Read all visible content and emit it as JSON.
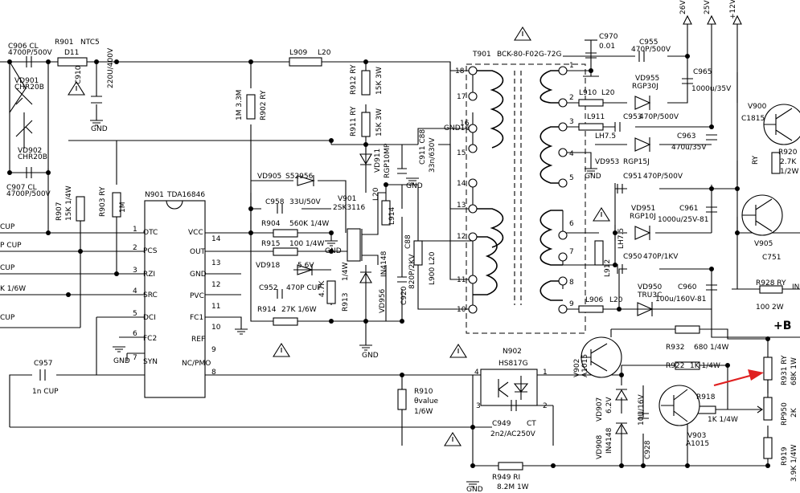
{
  "left_labels": [
    "CUP",
    "P CUP",
    "CUP",
    "K 1/6W",
    "CUP"
  ],
  "plus_b": "+B",
  "rails": [
    "26V",
    "25V",
    "+12V"
  ],
  "ic": {
    "ref": "N901",
    "part": "TDA16846",
    "left_pins": [
      {
        "num": "1",
        "name": "OTC"
      },
      {
        "num": "2",
        "name": "PCS"
      },
      {
        "num": "3",
        "name": "RZI"
      },
      {
        "num": "4",
        "name": "SRC"
      },
      {
        "num": "5",
        "name": "DCI"
      },
      {
        "num": "6",
        "name": "FC2"
      },
      {
        "num": "7",
        "name": "SYN"
      }
    ],
    "right_pins": [
      {
        "num": "14",
        "name": "VCC"
      },
      {
        "num": "13",
        "name": "OUT"
      },
      {
        "num": "12",
        "name": "GND"
      },
      {
        "num": "11",
        "name": "PVC"
      },
      {
        "num": "10",
        "name": "FC1"
      },
      {
        "num": "9",
        "name": "REF"
      },
      {
        "num": "8",
        "name": "NC/PMO"
      }
    ]
  },
  "transformer": {
    "ref": "T901",
    "part": "BCK-80-F02G-72G",
    "primary_pins": [
      "18",
      "17",
      "16",
      "15",
      "14",
      "13",
      "12",
      "11",
      "10"
    ],
    "secondary_pins": [
      "1",
      "2",
      "3",
      "4",
      "5",
      "6",
      "7",
      "8",
      "9"
    ]
  },
  "optocoupler": {
    "ref": "N902",
    "part": "HS817G",
    "pins": [
      "4",
      "3",
      "2",
      "1"
    ]
  },
  "labels": [
    {
      "id": "c906",
      "text": "C906   CL"
    },
    {
      "id": "c906v",
      "text": "4700P/500V"
    },
    {
      "id": "r901",
      "text": "R901"
    },
    {
      "id": "ntc",
      "text": "NTC5"
    },
    {
      "id": "d11",
      "text": "D11"
    },
    {
      "id": "vd901",
      "text": "VD901"
    },
    {
      "id": "vd901p",
      "text": "CHR20B"
    },
    {
      "id": "vd902",
      "text": "VD902"
    },
    {
      "id": "vd902p",
      "text": "CHR20B"
    },
    {
      "id": "c907",
      "text": "C907   CL"
    },
    {
      "id": "c907v",
      "text": "4700P/500V"
    },
    {
      "id": "c910",
      "text": "C910"
    },
    {
      "id": "c910v",
      "text": "220U/400V"
    },
    {
      "id": "gnd_c910",
      "text": "GND"
    },
    {
      "id": "r907",
      "text": "R907"
    },
    {
      "id": "r907v",
      "text": "15K 1/4W"
    },
    {
      "id": "r903",
      "text": "R903 RY"
    },
    {
      "id": "r903v",
      "text": "1M"
    },
    {
      "id": "r902",
      "text": "R902 RY"
    },
    {
      "id": "r902v",
      "text": "1M 3.3M"
    },
    {
      "id": "l909",
      "text": "L909"
    },
    {
      "id": "l20a",
      "text": "L20"
    },
    {
      "id": "r912",
      "text": "R912 RY"
    },
    {
      "id": "r912v",
      "text": "15K  3W"
    },
    {
      "id": "r911",
      "text": "R911 RY"
    },
    {
      "id": "r911v",
      "text": "15K  3W"
    },
    {
      "id": "vd905",
      "text": "VD905"
    },
    {
      "id": "vd905p",
      "text": "S52956"
    },
    {
      "id": "c958",
      "text": "C958"
    },
    {
      "id": "c958v",
      "text": "33U/50V"
    },
    {
      "id": "v901",
      "text": "V901"
    },
    {
      "id": "v901p",
      "text": "2SK3116"
    },
    {
      "id": "vd911",
      "text": "VD911"
    },
    {
      "id": "vd911p",
      "text": "RGP10MP"
    },
    {
      "id": "c911",
      "text": "C911 C88"
    },
    {
      "id": "c911v",
      "text": "33n/630V"
    },
    {
      "id": "gnd_c911",
      "text": "GND"
    },
    {
      "id": "r904",
      "text": "R904"
    },
    {
      "id": "r904v",
      "text": "560K 1/4W"
    },
    {
      "id": "r915",
      "text": "R915"
    },
    {
      "id": "r915v",
      "text": "100 1/4W"
    },
    {
      "id": "gnd_ic",
      "text": "GND"
    },
    {
      "id": "vd918",
      "text": "VD918"
    },
    {
      "id": "vd918v",
      "text": "5.6V"
    },
    {
      "id": "c952",
      "text": "C952"
    },
    {
      "id": "c952v",
      "text": "470P CUP"
    },
    {
      "id": "r914",
      "text": "R914"
    },
    {
      "id": "r914v",
      "text": "27K 1/6W"
    },
    {
      "id": "r913",
      "text": "R913"
    },
    {
      "id": "r913v",
      "text": "4.7K"
    },
    {
      "id": "r913w",
      "text": "1/4W"
    },
    {
      "id": "l914",
      "text": "L914"
    },
    {
      "id": "l20b",
      "text": "L20"
    },
    {
      "id": "in4148a",
      "text": "IN4148"
    },
    {
      "id": "vd956",
      "text": "VD956"
    },
    {
      "id": "c920",
      "text": "C920"
    },
    {
      "id": "c920v",
      "text": "820P/2KV"
    },
    {
      "id": "c88",
      "text": "C88"
    },
    {
      "id": "l900",
      "text": "L900"
    },
    {
      "id": "l20c",
      "text": "L20"
    },
    {
      "id": "gnd_mos",
      "text": "GND"
    },
    {
      "id": "gnd16",
      "text": "GND16"
    },
    {
      "id": "c957",
      "text": "C957"
    },
    {
      "id": "c957v",
      "text": "1n CUP"
    },
    {
      "id": "gnd_pin6",
      "text": "GND"
    },
    {
      "id": "c970",
      "text": "C970"
    },
    {
      "id": "c970v",
      "text": "0.01"
    },
    {
      "id": "c955",
      "text": "C955"
    },
    {
      "id": "c955v",
      "text": "470P/500V"
    },
    {
      "id": "vd955",
      "text": "VD955"
    },
    {
      "id": "vd955p",
      "text": "RGP30J"
    },
    {
      "id": "c965",
      "text": "C965"
    },
    {
      "id": "c965v",
      "text": "1000u/35V"
    },
    {
      "id": "l910",
      "text": "L910"
    },
    {
      "id": "l20d",
      "text": "L20"
    },
    {
      "id": "l911",
      "text": "L911"
    },
    {
      "id": "c953",
      "text": "C953"
    },
    {
      "id": "c953v",
      "text": "470P/500V"
    },
    {
      "id": "lh75a",
      "text": "LH7.5"
    },
    {
      "id": "c963",
      "text": "C963"
    },
    {
      "id": "c963v",
      "text": "470u/35V"
    },
    {
      "id": "vd953",
      "text": "VD953"
    },
    {
      "id": "vd953p",
      "text": "RGP15J"
    },
    {
      "id": "gnd_sec",
      "text": "GND"
    },
    {
      "id": "c951",
      "text": "C951"
    },
    {
      "id": "c951v",
      "text": "470P/500V"
    },
    {
      "id": "vd951",
      "text": "VD951"
    },
    {
      "id": "vd951p",
      "text": "RGP10J"
    },
    {
      "id": "c961",
      "text": "C961"
    },
    {
      "id": "c961v",
      "text": "1000u/25V-81"
    },
    {
      "id": "lh75b",
      "text": "LH7.5"
    },
    {
      "id": "l912",
      "text": "L912"
    },
    {
      "id": "c950",
      "text": "C950"
    },
    {
      "id": "c950v",
      "text": "470P/1KV"
    },
    {
      "id": "vd950",
      "text": "VD950"
    },
    {
      "id": "vd950p",
      "text": "TRU3C"
    },
    {
      "id": "c960",
      "text": "C960"
    },
    {
      "id": "c960v",
      "text": "100u/160V-81"
    },
    {
      "id": "l906",
      "text": "L906"
    },
    {
      "id": "l20e",
      "text": "L20"
    },
    {
      "id": "v900",
      "text": "V900"
    },
    {
      "id": "v900p",
      "text": "C1815"
    },
    {
      "id": "r920",
      "text": "R920"
    },
    {
      "id": "r920v",
      "text": "2.7K"
    },
    {
      "id": "r920w",
      "text": "1/2W"
    },
    {
      "id": "ry_a",
      "text": "RY"
    },
    {
      "id": "v905",
      "text": "V905"
    },
    {
      "id": "v905p",
      "text": "C751"
    },
    {
      "id": "r928",
      "text": "R928  RY"
    },
    {
      "id": "r928v",
      "text": "100  2W"
    },
    {
      "id": "in_lbl",
      "text": "IN"
    },
    {
      "id": "r932",
      "text": "R932"
    },
    {
      "id": "r932v",
      "text": "680 1/4W"
    },
    {
      "id": "v902",
      "text": "V902"
    },
    {
      "id": "v902p",
      "text": "A1015"
    },
    {
      "id": "r922",
      "text": "R922"
    },
    {
      "id": "r922v",
      "text": "1K    1/4W"
    },
    {
      "id": "r931",
      "text": "R931 RY"
    },
    {
      "id": "r931v",
      "text": "68K  1W"
    },
    {
      "id": "vd907",
      "text": "VD907"
    },
    {
      "id": "vd907v",
      "text": "6.2V"
    },
    {
      "id": "c929",
      "text": "10U/16V"
    },
    {
      "id": "r918",
      "text": "R918"
    },
    {
      "id": "r918v",
      "text": "1K    1/4W"
    },
    {
      "id": "rp950",
      "text": "RP950"
    },
    {
      "id": "rp950v",
      "text": "2K"
    },
    {
      "id": "vd908",
      "text": "VD908"
    },
    {
      "id": "in4148b",
      "text": "IN4148"
    },
    {
      "id": "c928",
      "text": "C928"
    },
    {
      "id": "v903",
      "text": "V903"
    },
    {
      "id": "v903p",
      "text": "A1015"
    },
    {
      "id": "r919",
      "text": "R919"
    },
    {
      "id": "r919v",
      "text": "3.9K  1/4W"
    },
    {
      "id": "r910",
      "text": "R910"
    },
    {
      "id": "r910v",
      "text": "θvalue"
    },
    {
      "id": "r910w",
      "text": "1/6W"
    },
    {
      "id": "c949",
      "text": "C949"
    },
    {
      "id": "c949ct",
      "text": "CT"
    },
    {
      "id": "c949v",
      "text": "2n2/AC250V"
    },
    {
      "id": "r949",
      "text": "R949    RI"
    },
    {
      "id": "r949v",
      "text": "8.2M 1W"
    },
    {
      "id": "gnd_bot",
      "text": "GND"
    }
  ]
}
